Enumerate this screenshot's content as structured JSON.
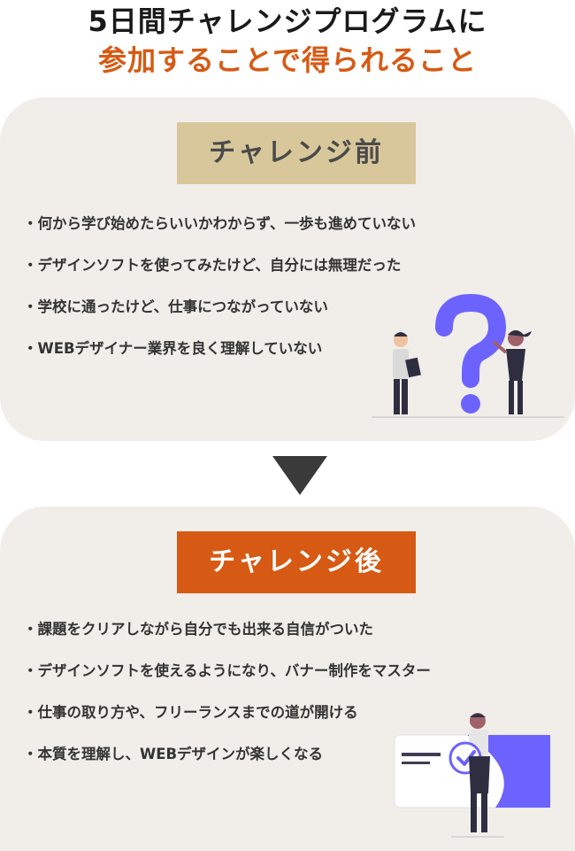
{
  "header": {
    "line1": "5日間チャレンジプログラムに",
    "line2": "参加することで得られること"
  },
  "before": {
    "label": "チャレンジ前",
    "items": [
      "・何から学び始めたらいいかわからず、一歩も進めていない",
      "・デザインソフトを使ってみたけど、自分には無理だった",
      "・学校に通ったけど、仕事につながっていない",
      "・WEBデザイナー業界を良く理解していない"
    ]
  },
  "after": {
    "label": "チャレンジ後",
    "items": [
      "・課題をクリアしながら自分でも出来る自信がついた",
      "・デザインソフトを使えるようになり、バナー制作をマスター",
      "・仕事の取り方や、フリーランスまでの道が開ける",
      "・本質を理解し、WEBデザインが楽しくなる"
    ]
  },
  "colors": {
    "accent": "#d65a14",
    "card_bg": "#f1eeea",
    "before_badge": "#d8c79b",
    "illustration": "#6c63ff"
  },
  "icons": {
    "transition": "down-triangle-arrow-icon",
    "before_illustration": "question-mark-people-illustration",
    "after_illustration": "checkmark-person-illustration"
  }
}
